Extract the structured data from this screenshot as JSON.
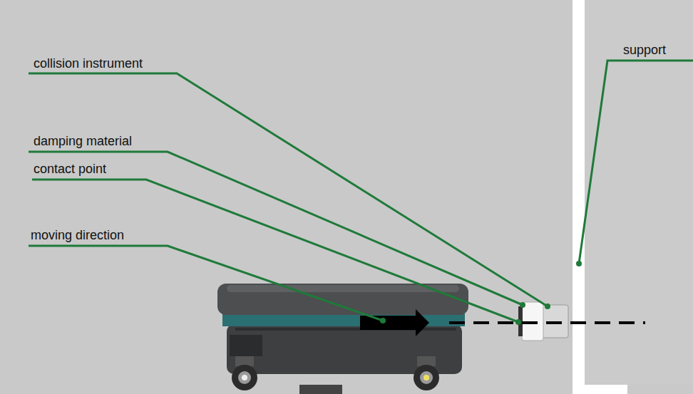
{
  "diagram": {
    "labels": [
      "collision instrument",
      "damping material",
      "contact point",
      "moving direction",
      "support"
    ]
  }
}
